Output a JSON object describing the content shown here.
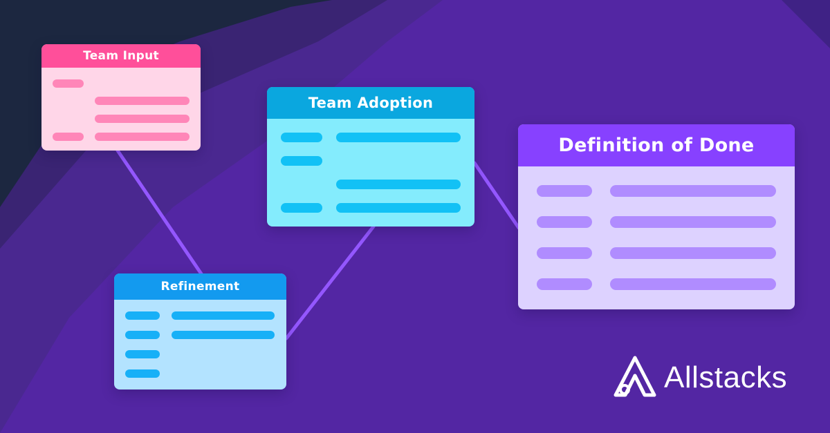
{
  "colors": {
    "background": "#5326a3",
    "connector": "#9457ff",
    "team_input_header": "#ff4f9a",
    "team_adoption_header": "#0aa7df",
    "refinement_header": "#139aef",
    "definition_of_done_header": "#8741ff"
  },
  "cards": {
    "team_input": {
      "title": "Team Input"
    },
    "team_adoption": {
      "title": "Team Adoption"
    },
    "refinement": {
      "title": "Refinement"
    },
    "definition_of_done": {
      "title": "Definition of Done"
    }
  },
  "brand": {
    "name": "Allstacks",
    "icon": "allstacks-logo-icon"
  }
}
